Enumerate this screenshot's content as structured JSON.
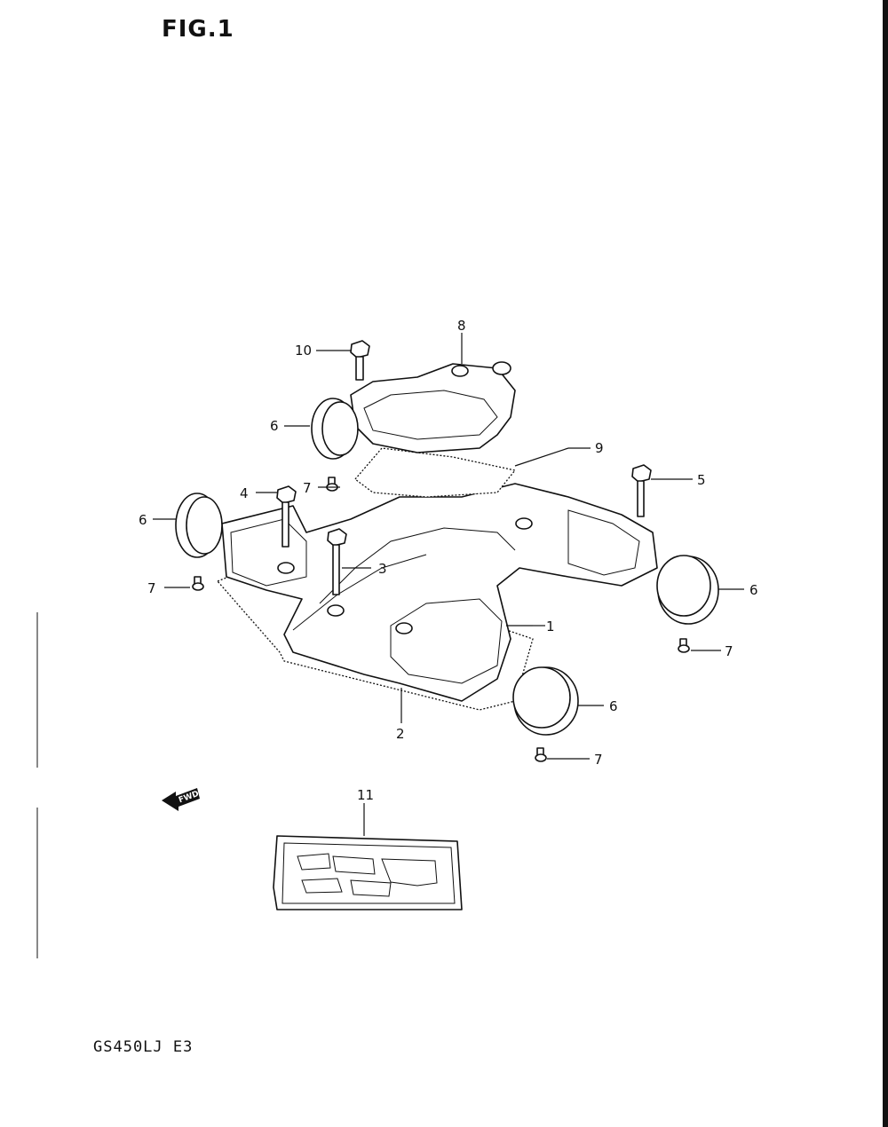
{
  "figure": {
    "title": "FIG.1"
  },
  "model_code": "GS450LJ  E3",
  "fwd_label": "FWD",
  "callouts": [
    {
      "id": "c1",
      "text": "1"
    },
    {
      "id": "c2",
      "text": "2"
    },
    {
      "id": "c3",
      "text": "3"
    },
    {
      "id": "c4",
      "text": "4"
    },
    {
      "id": "c5",
      "text": "5"
    },
    {
      "id": "c6a",
      "text": "6"
    },
    {
      "id": "c6b",
      "text": "6"
    },
    {
      "id": "c6c",
      "text": "6"
    },
    {
      "id": "c6d",
      "text": "6"
    },
    {
      "id": "c7a",
      "text": "7"
    },
    {
      "id": "c7b",
      "text": "7"
    },
    {
      "id": "c7c",
      "text": "7"
    },
    {
      "id": "c7d",
      "text": "7"
    },
    {
      "id": "c8",
      "text": "8"
    },
    {
      "id": "c9",
      "text": "9"
    },
    {
      "id": "c10",
      "text": "10"
    },
    {
      "id": "c11",
      "text": "11"
    }
  ]
}
